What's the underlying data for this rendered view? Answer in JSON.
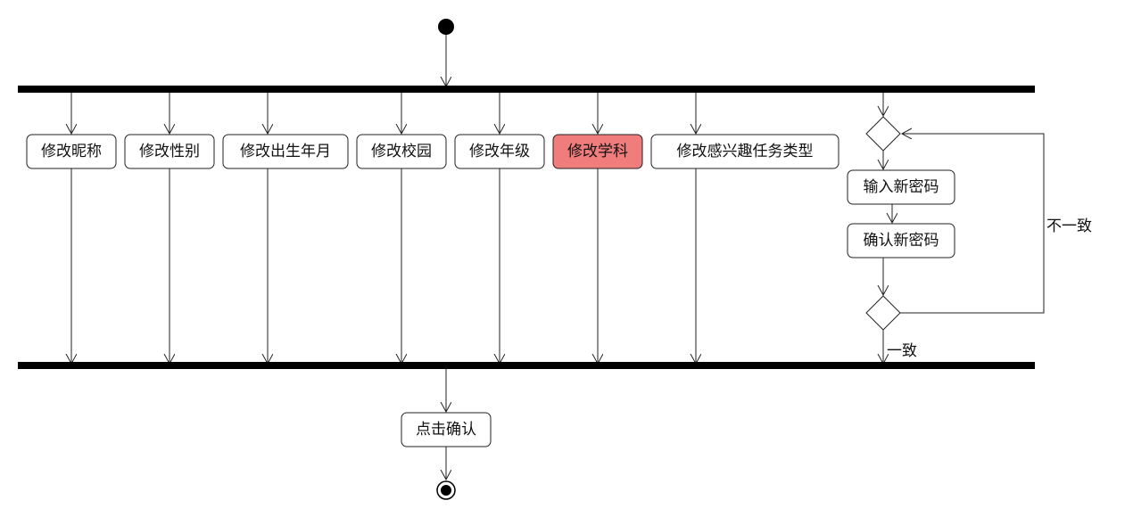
{
  "colors": {
    "highlight": "#f07c7c",
    "stroke": "#222222",
    "bar": "#000000"
  },
  "actions": {
    "nickname": "修改昵称",
    "gender": "修改性别",
    "birth": "修改出生年月",
    "campus": "修改校园",
    "grade": "修改年级",
    "subject": "修改学科",
    "interest": "修改感兴趣任务类型",
    "input_password": "输入新密码",
    "confirm_password": "确认新密码",
    "click_confirm": "点击确认"
  },
  "guards": {
    "mismatch": "不一致",
    "match": "一致"
  }
}
